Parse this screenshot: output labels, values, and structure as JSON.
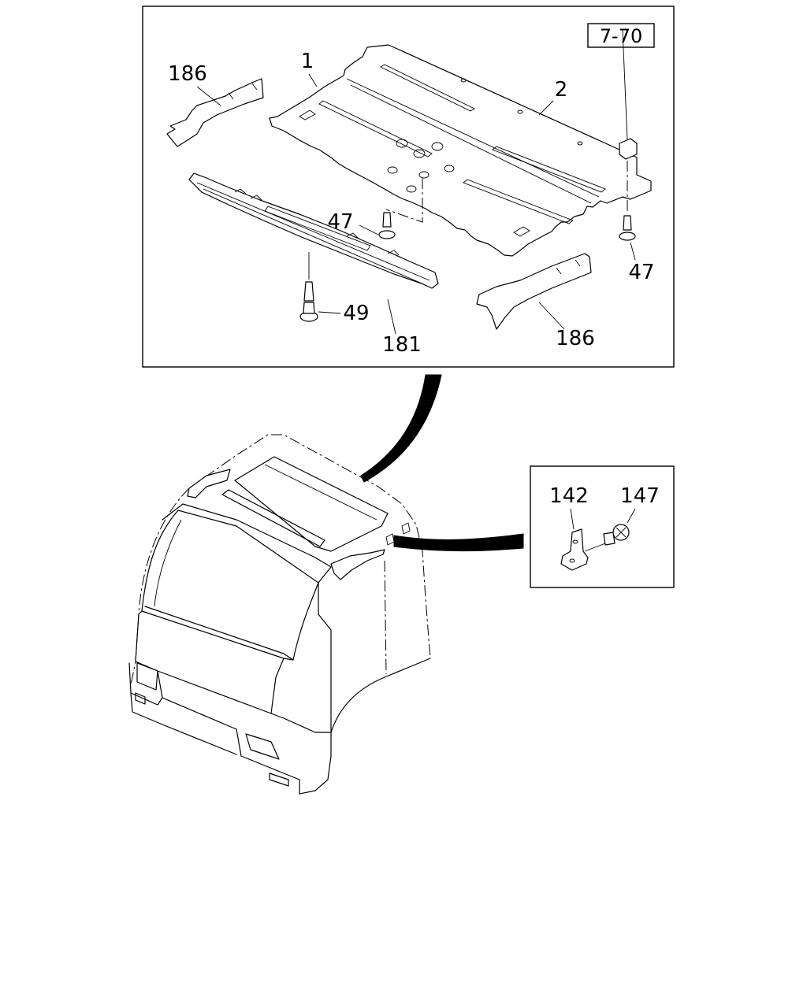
{
  "reference_box": "7-70",
  "callouts": {
    "panel": "1",
    "liner": "2",
    "trim_left": "186",
    "trim_right": "186",
    "clip_center": "47",
    "clip_right": "47",
    "clip_front": "49",
    "front_rail": "181",
    "bracket": "142",
    "screw": "147"
  }
}
